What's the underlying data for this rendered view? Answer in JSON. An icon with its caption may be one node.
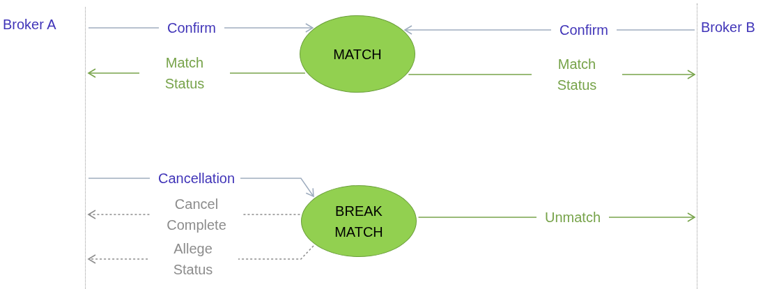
{
  "diagram": {
    "nodes": [
      {
        "text": [
          "Broker A"
        ]
      },
      {
        "text": [],
        "shape": "line"
      },
      {
        "text": [],
        "shape": "line"
      },
      {
        "text": [
          "Broker B"
        ]
      },
      {
        "text": [
          "MATCH"
        ]
      },
      {
        "text": [
          "BREAK MATCH"
        ]
      }
    ],
    "edges": [
      {
        "from": 1,
        "to": 4,
        "arrow": "to",
        "label": "Confirm",
        "color": "#9fadbf"
      },
      {
        "from": 4,
        "to": 1,
        "arrow": "to",
        "label": "Match Status",
        "color": "#77a34a"
      },
      {
        "from": 2,
        "to": 4,
        "arrow": "to",
        "label": "Confirm",
        "color": "#9fadbf"
      },
      {
        "from": 4,
        "to": 2,
        "arrow": "to",
        "label": "Match Status",
        "color": "#77a34a"
      },
      {
        "from": 1,
        "to": 5,
        "arrow": "to",
        "label": "Cancellation",
        "color": "#9fadbf"
      },
      {
        "from": 5,
        "to": 1,
        "arrow": "to",
        "label": "Cancel Complete",
        "style": "dashed",
        "color": "#8c8c8c"
      },
      {
        "from": 5,
        "to": 1,
        "arrow": "to",
        "label": "Allege Status",
        "style": "dashed",
        "color": "#8c8c8c"
      },
      {
        "from": 5,
        "to": 2,
        "arrow": "to",
        "label": "Unmatch",
        "color": "#77a34a"
      }
    ]
  }
}
